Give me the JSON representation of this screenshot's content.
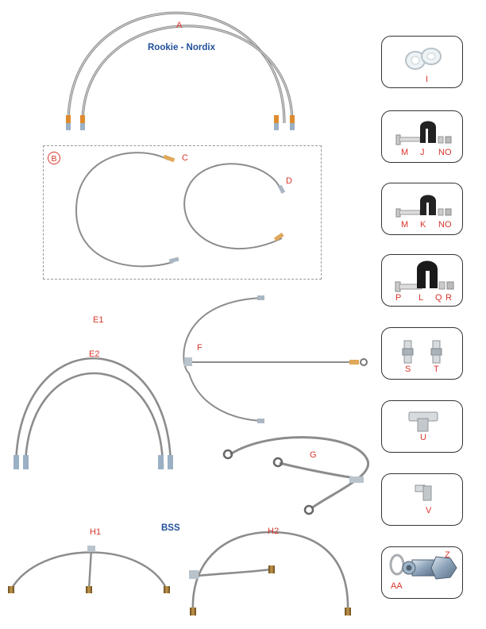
{
  "titles": {
    "rookie_nordix": "Rookie - Nordix",
    "bss": "BSS"
  },
  "badge_b": "B",
  "labels": {
    "A": "A",
    "C": "C",
    "D": "D",
    "E1": "E1",
    "E2": "E2",
    "F": "F",
    "G": "G",
    "H1": "H1",
    "H2": "H2",
    "I": "I",
    "M1": "M",
    "J": "J",
    "NO1": "NO",
    "M2": "M",
    "K": "K",
    "NO2": "NO",
    "P": "P",
    "L": "L",
    "Q": "Q",
    "R": "R",
    "S": "S",
    "T": "T",
    "U": "U",
    "V": "V",
    "AA": "AA",
    "Z": "Z"
  },
  "colors": {
    "label_red": "#d9342b",
    "title_blue": "#1f4f9c",
    "hose_gray": "#9c9c9c",
    "fitting_orange": "#e08a2e",
    "dash_gray": "#9a9a9a"
  }
}
